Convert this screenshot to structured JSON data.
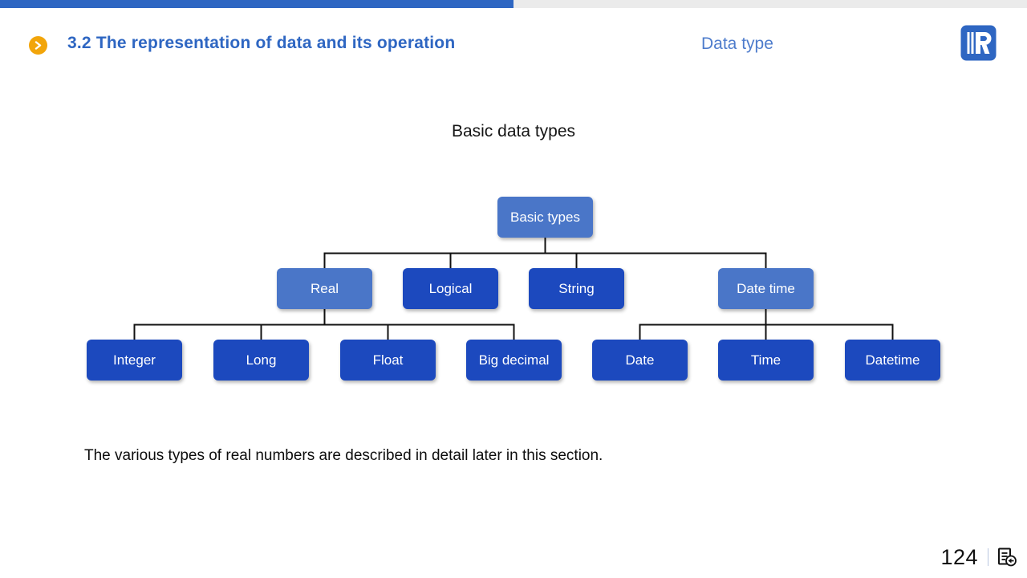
{
  "header": {
    "section_title": "3.2 The representation of data and its operation",
    "topic": "Data type"
  },
  "slide": {
    "title": "Basic data types",
    "note": "The various types of real numbers are described in detail later in this section."
  },
  "tree": {
    "root": {
      "label": "Basic types",
      "variant": "light"
    },
    "level2": [
      {
        "label": "Real",
        "variant": "light"
      },
      {
        "label": "Logical",
        "variant": "dark"
      },
      {
        "label": "String",
        "variant": "dark"
      },
      {
        "label": "Date time",
        "variant": "light"
      }
    ],
    "level3": [
      {
        "label": "Integer",
        "parent": "Real"
      },
      {
        "label": "Long",
        "parent": "Real"
      },
      {
        "label": "Float",
        "parent": "Real"
      },
      {
        "label": "Big decimal",
        "parent": "Real"
      },
      {
        "label": "Date",
        "parent": "Date time"
      },
      {
        "label": "Time",
        "parent": "Date time"
      },
      {
        "label": "Datetime",
        "parent": "Date time"
      }
    ]
  },
  "footer": {
    "page_number": "124",
    "icon": "document-return-icon"
  },
  "colors": {
    "accent_light": "#4a76c8",
    "accent_dark": "#1c49be",
    "header_blue": "#2e66c2",
    "topic_blue": "#4e7ccc",
    "orange": "#f2a50a",
    "top_gray": "#ebebeb"
  }
}
